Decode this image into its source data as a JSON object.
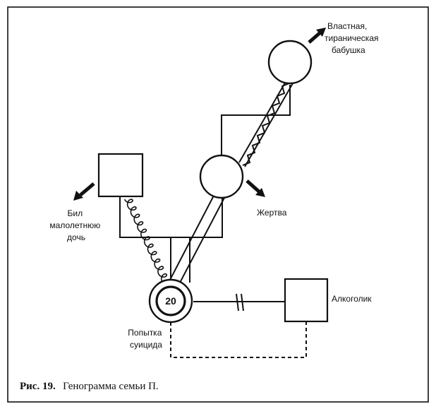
{
  "diagram": {
    "labels": {
      "grandmother": [
        "Властная,",
        "тираническая",
        "бабушка"
      ],
      "victim": "Жертва",
      "father": [
        "Бил",
        "малолетнюю",
        "дочь"
      ],
      "alcoholic": "Алкоголик",
      "suicide": [
        "Попытка",
        "суицида"
      ],
      "index_age": "20"
    },
    "caption": {
      "number": "Рис. 19.",
      "text": "Генограмма семьи П."
    }
  }
}
